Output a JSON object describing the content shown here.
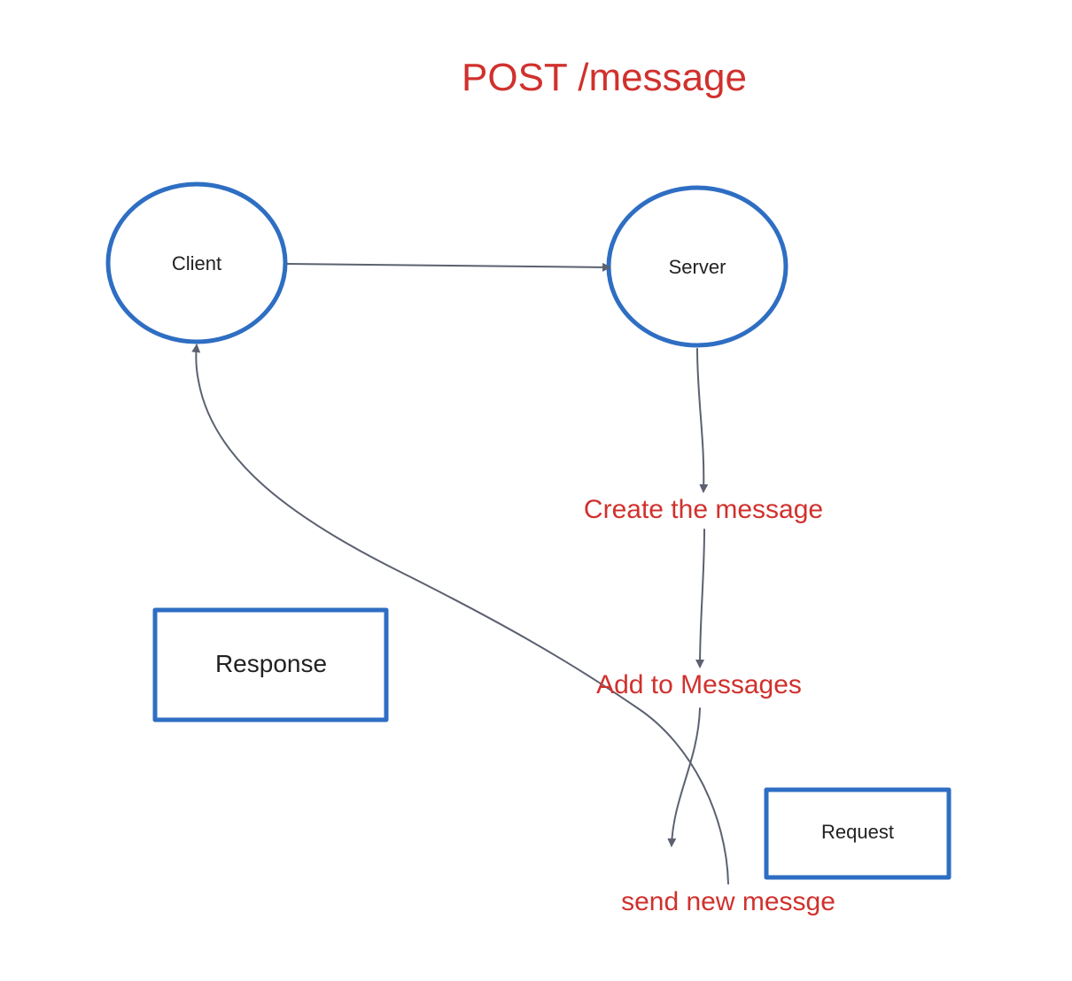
{
  "title": "POST /message",
  "nodes": {
    "client": "Client",
    "server": "Server",
    "response": "Response",
    "request": "Request"
  },
  "steps": {
    "create": "Create the message",
    "add": "Add to Messages",
    "send": "send new messge"
  },
  "colors": {
    "title": "#d0312d",
    "step_text": "#d0312d",
    "node_text": "#222222",
    "shape_stroke": "#2e6ec3",
    "connector": "#5b6170"
  }
}
